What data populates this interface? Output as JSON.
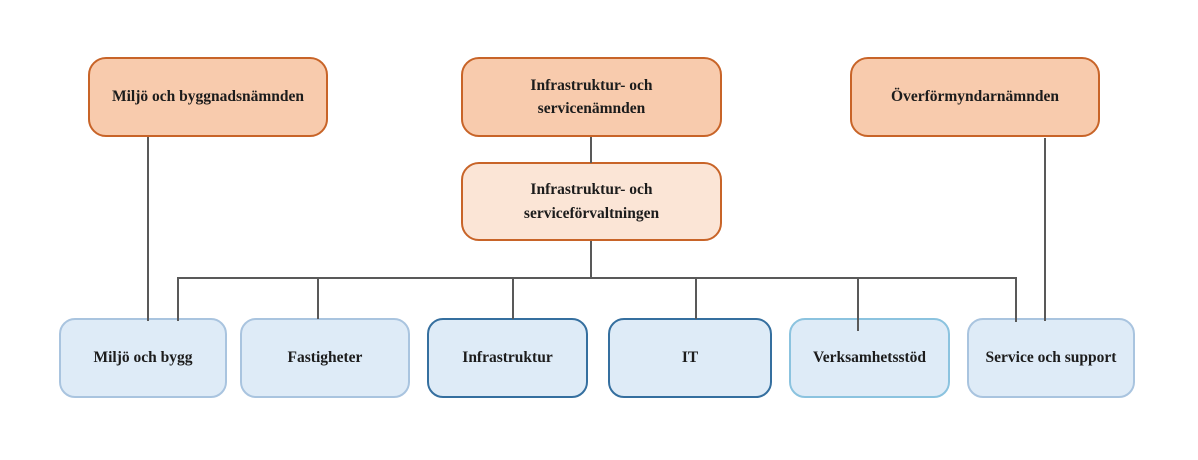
{
  "palette": {
    "orange_fill": "#F8CBAD",
    "peach_fill": "#FBE5D6",
    "orange_border": "#C86428",
    "blue_fill": "#DEEBF7",
    "blue_border_light": "#A9C4DF",
    "blue_border_dark": "#356F9F",
    "blue_border_cyan": "#8BC3DF",
    "connector_line": "#595959",
    "text": "#1C1C1C",
    "background": "#FFFFFF"
  },
  "chart": {
    "type": "org-chart",
    "nodes": {
      "top": [
        {
          "label": "Miljö och byggnadsnämnden"
        },
        {
          "label": "Infrastruktur- och servicenämnden"
        },
        {
          "label": "Överförmyndarnämnden"
        }
      ],
      "middle": {
        "label": "Infrastruktur- och serviceförvaltningen"
      },
      "bottom": [
        {
          "label": "Miljö och bygg",
          "border": "light"
        },
        {
          "label": "Fastigheter",
          "border": "light"
        },
        {
          "label": "Infrastruktur",
          "border": "dark"
        },
        {
          "label": "IT",
          "border": "dark"
        },
        {
          "label": "Verksamhetsstöd",
          "border": "cyan"
        },
        {
          "label": "Service och support",
          "border": "light"
        }
      ]
    },
    "edges": [
      {
        "from": "Miljö och byggnadsnämnden",
        "to": "Miljö och bygg"
      },
      {
        "from": "Infrastruktur- och servicenämnden",
        "to": "Infrastruktur- och serviceförvaltningen"
      },
      {
        "from": "Överförmyndarnämnden",
        "to": "Service och support"
      },
      {
        "from": "Infrastruktur- och serviceförvaltningen",
        "to": "Miljö och bygg"
      },
      {
        "from": "Infrastruktur- och serviceförvaltningen",
        "to": "Fastigheter"
      },
      {
        "from": "Infrastruktur- och serviceförvaltningen",
        "to": "Infrastruktur"
      },
      {
        "from": "Infrastruktur- och serviceförvaltningen",
        "to": "IT"
      },
      {
        "from": "Infrastruktur- och serviceförvaltningen",
        "to": "Verksamhetsstöd"
      },
      {
        "from": "Infrastruktur- och serviceförvaltningen",
        "to": "Service och support"
      }
    ],
    "connector_segments": [
      [
        148,
        137,
        148,
        321
      ],
      [
        591,
        137,
        591,
        163
      ],
      [
        1045,
        138,
        1045,
        321
      ],
      [
        591,
        241,
        591,
        279
      ],
      [
        177,
        278,
        1017,
        278
      ],
      [
        178,
        277,
        178,
        321
      ],
      [
        318,
        277,
        318,
        319
      ],
      [
        513,
        277,
        513,
        319
      ],
      [
        696,
        277,
        696,
        319
      ],
      [
        858,
        277,
        858,
        331
      ],
      [
        1016,
        277,
        1016,
        322
      ]
    ]
  }
}
